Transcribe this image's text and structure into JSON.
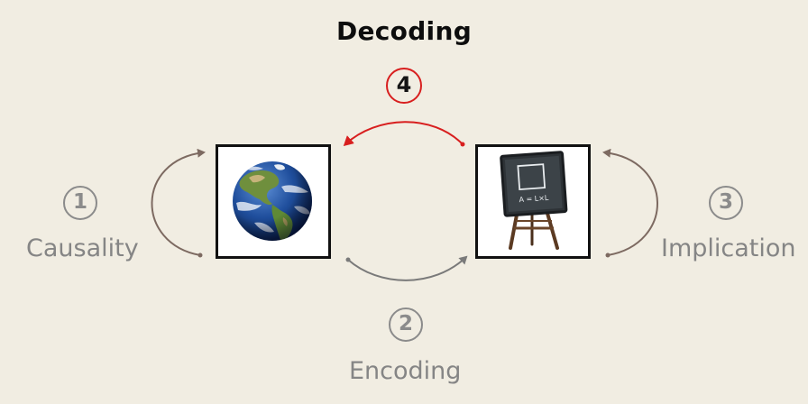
{
  "title": "Decoding",
  "steps": [
    {
      "number": "1",
      "label": "Causality"
    },
    {
      "number": "2",
      "label": "Encoding"
    },
    {
      "number": "3",
      "label": "Implication"
    },
    {
      "number": "4",
      "label": "Decoding"
    }
  ],
  "nodes": {
    "world": {
      "icon": "earth-globe-icon"
    },
    "representation": {
      "icon": "chalkboard-easel-icon",
      "formula": "A = L×L"
    }
  },
  "colors": {
    "background": "#f1ede2",
    "loop_arrow": "#7d6a61",
    "encoding_arrow": "#7a7a7a",
    "decoding_arrow": "#d81f1f",
    "label_text": "#858585",
    "title_text": "#0d0d0d"
  }
}
